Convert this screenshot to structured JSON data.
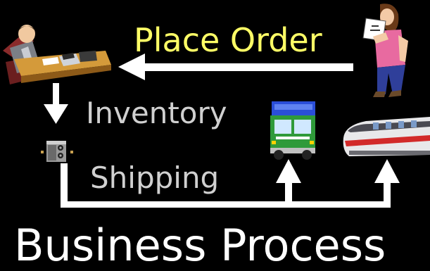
{
  "diagram": {
    "labels": {
      "place_order": "Place Order",
      "inventory": "Inventory",
      "shipping": "Shipping"
    },
    "title": "Business Process",
    "icons": {
      "clerk": "office-worker-at-desk-icon",
      "safe": "safe-icon",
      "customer": "customer-with-clipboard-icon",
      "truck": "delivery-truck-icon",
      "train": "passenger-train-icon"
    },
    "colors": {
      "background": "#000000",
      "arrow": "#ffffff",
      "place_order_text": "#ffff66",
      "label_text": "#d0d0d0",
      "title_text": "#ffffff"
    }
  }
}
